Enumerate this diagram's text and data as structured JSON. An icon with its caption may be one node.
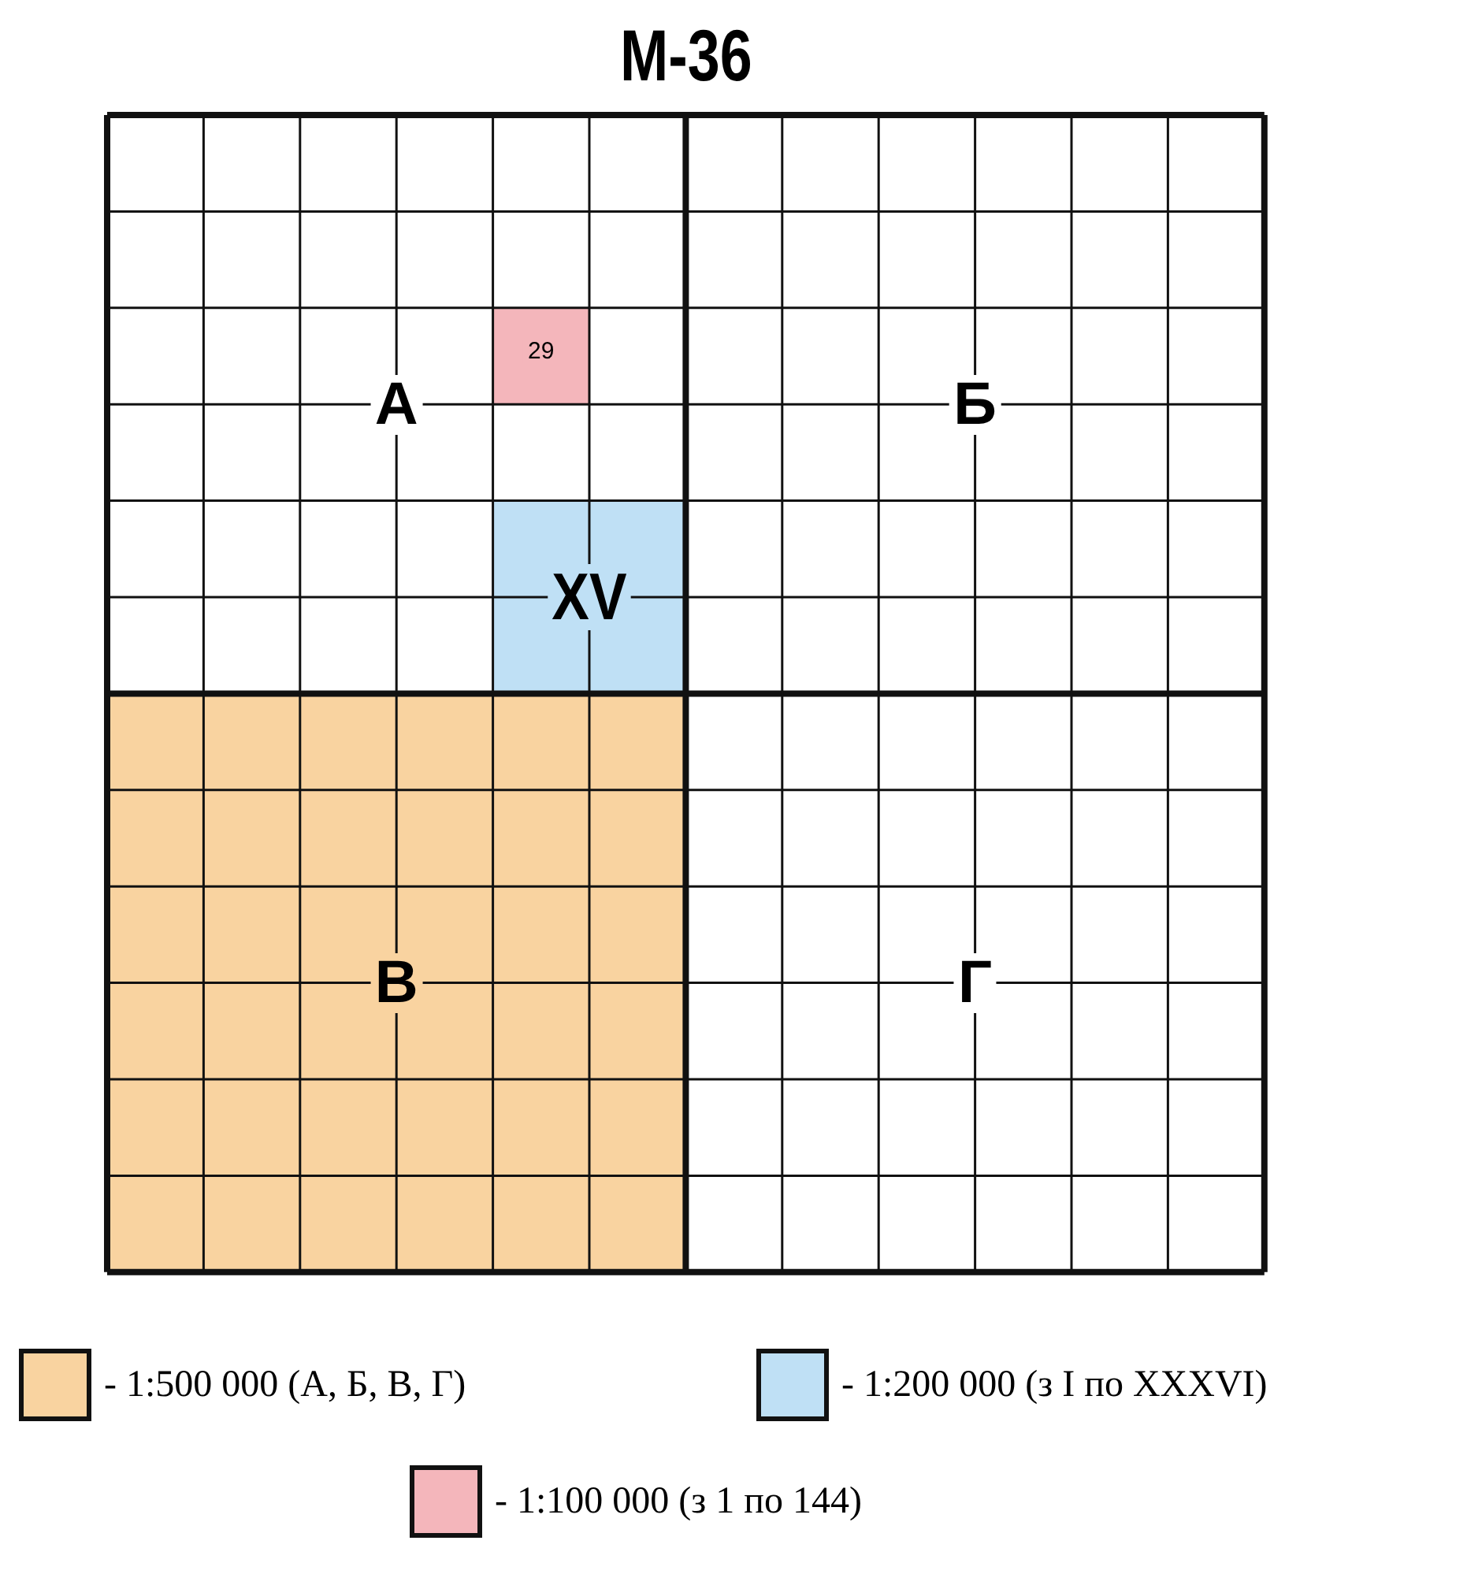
{
  "diagram": {
    "nodes": [
      {
        "text": [
          "М-36"
        ]
      },
      {
        "text": [
          "А"
        ],
        "in": 0
      },
      {
        "text": [
          "Б"
        ],
        "in": 0
      },
      {
        "text": [
          "В"
        ],
        "in": 0
      },
      {
        "text": [
          "Г"
        ],
        "in": 0
      },
      {
        "text": [
          "29"
        ],
        "in": 1
      },
      {
        "text": [
          "XV"
        ],
        "in": 1
      }
    ],
    "legend": [
      {
        "text": "- 1:500 000 (А, Б, В, Г)",
        "color": "#f9d3a0"
      },
      {
        "text": "- 1:200 000 (з I по XXXVI)",
        "color": "#bfe0f5"
      },
      {
        "text": "- 1:100 000 (з 1 по 144)",
        "color": "#f4b6bb"
      }
    ]
  }
}
